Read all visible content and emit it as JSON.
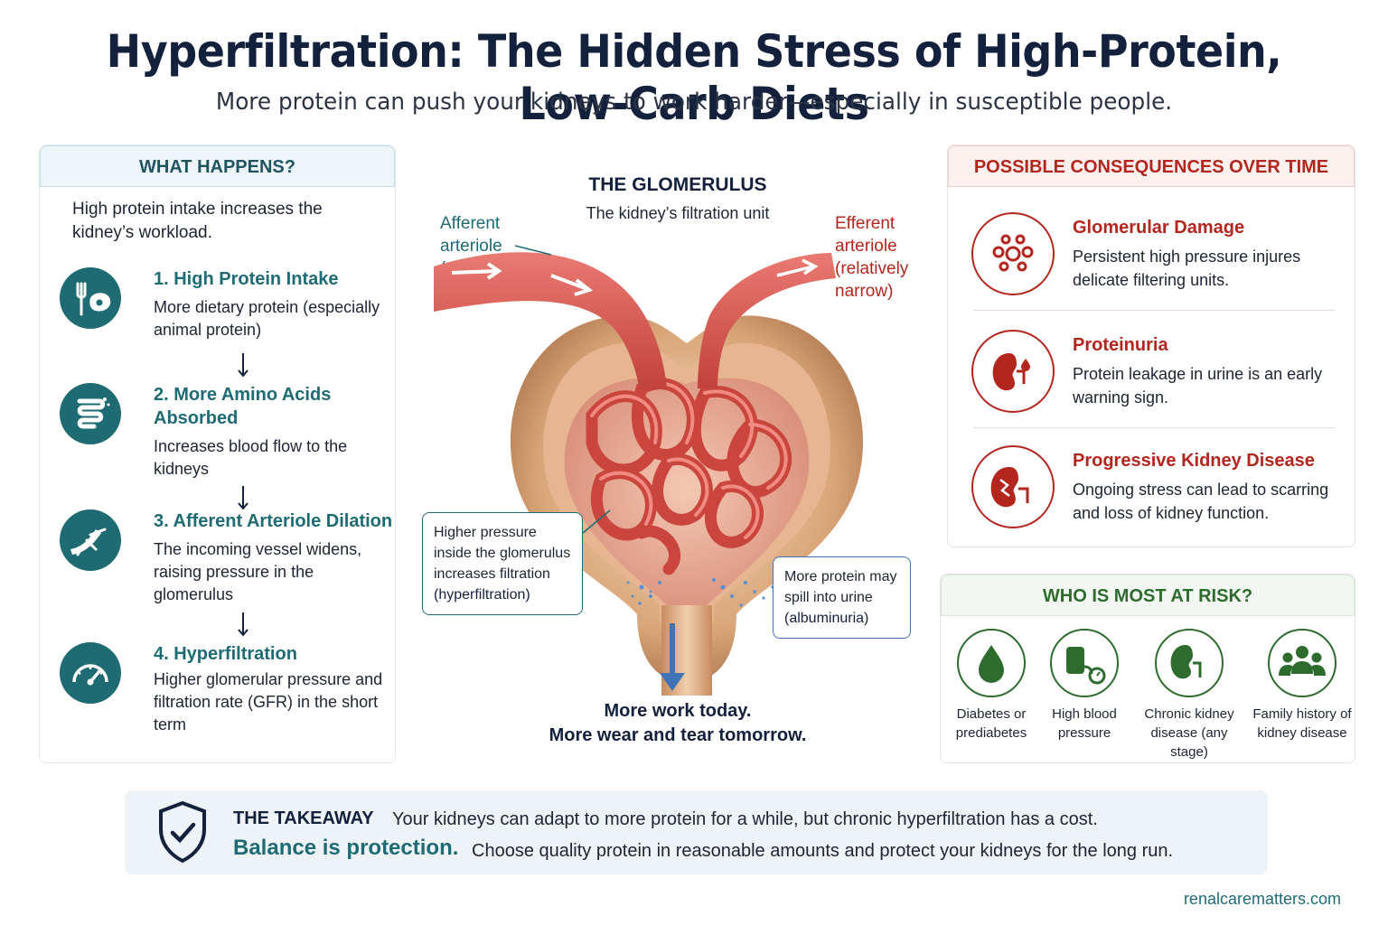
{
  "header": {
    "title": "Hyperfiltration: The Hidden Stress of High-Protein, Low-Carb Diets",
    "subtitle": "More protein can push your kidneys to work harder—especially in susceptible people."
  },
  "what_happens": {
    "heading": "WHAT HAPPENS?",
    "intro": "High protein intake increases the kidney’s workload.",
    "steps": [
      {
        "title": "1. High Protein Intake",
        "text": "More dietary protein (especially animal protein)",
        "icon": "fork-steak-icon"
      },
      {
        "title": "2. More Amino Acids Absorbed",
        "text": "Increases blood flow to the kidneys",
        "icon": "intestine-icon"
      },
      {
        "title": "3. Afferent Arteriole Dilation",
        "text": "The incoming vessel widens, raising pressure in the glomerulus",
        "icon": "vessel-icon"
      },
      {
        "title": "4. Hyperfiltration",
        "text": "Higher glomerular pressure and filtration rate (GFR) in the short term",
        "icon": "gauge-icon"
      }
    ]
  },
  "glomerulus": {
    "title": "THE GLOMERULUS",
    "subtitle": "The kidney’s filtration unit",
    "afferent_label": [
      "Afferent",
      "arteriole",
      "(dilated)"
    ],
    "efferent_label": [
      "Efferent",
      "arteriole",
      "(relatively",
      "narrow)"
    ],
    "callout_pressure": [
      "Higher pressure",
      "inside the glomerulus",
      "increases filtration",
      "(hyperfiltration)"
    ],
    "callout_protein": [
      "More protein may",
      "spill into urine",
      "(albuminuria)"
    ],
    "bottom_line1": "More work today.",
    "bottom_line2": "More wear and tear tomorrow."
  },
  "consequences": {
    "heading": "POSSIBLE CONSEQUENCES OVER TIME",
    "items": [
      {
        "title": "Glomerular Damage",
        "text": "Persistent high pressure injures delicate filtering units.",
        "icon": "cells-icon"
      },
      {
        "title": "Proteinuria",
        "text": "Protein leakage in urine is an early warning sign.",
        "icon": "kidney-drop-icon"
      },
      {
        "title": "Progressive Kidney Disease",
        "text": "Ongoing stress can lead to scarring and loss of kidney function.",
        "icon": "kidney-damaged-icon"
      }
    ]
  },
  "risk": {
    "heading": "WHO IS MOST AT RISK?",
    "items": [
      {
        "label": "Diabetes or prediabetes",
        "icon": "blood-drop-icon"
      },
      {
        "label": "High blood pressure",
        "icon": "blood-pressure-cuff-icon"
      },
      {
        "label": "Chronic kidney disease (any stage)",
        "icon": "kidney-icon"
      },
      {
        "label": "Family history of kidney disease",
        "icon": "family-icon"
      }
    ]
  },
  "takeaway": {
    "label": "THE TAKEAWAY",
    "text1": "Your kidneys can adapt to more protein for a while, but chronic hyperfiltration has a cost.",
    "big": "Balance is protection.",
    "text2": "Choose quality protein in reasonable amounts and protect your kidneys for the long run."
  },
  "footer": {
    "site": "renalcarematters.com"
  },
  "colors": {
    "teal": "#1f6b74",
    "red": "#b3261e",
    "green": "#2e6b2f",
    "navy": "#14213d"
  }
}
